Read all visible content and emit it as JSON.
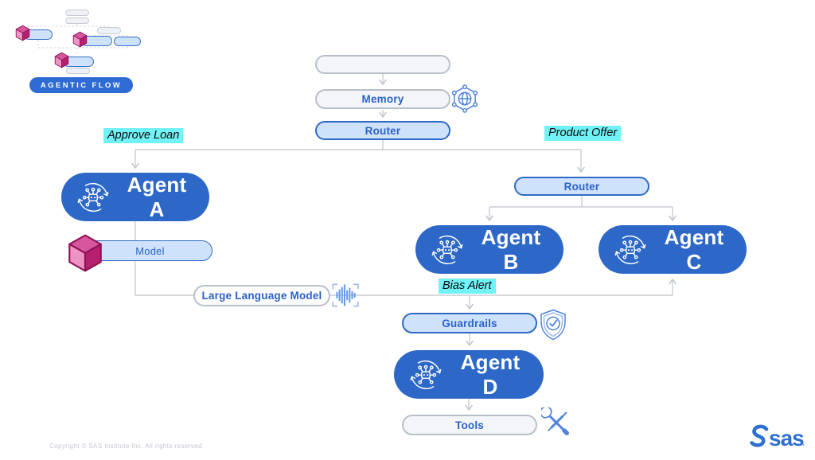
{
  "thumbnail": {
    "badge_label": "AGENTIC FLOW"
  },
  "nodes": {
    "start": {
      "label": ""
    },
    "memory": {
      "label": "Memory",
      "icon": "network-globe-icon"
    },
    "router_top": {
      "label": "Router"
    },
    "agent_a": {
      "label": "Agent A",
      "icon": "agent-cycle-icon"
    },
    "model": {
      "label": "Model",
      "icon": "model-cube-icon"
    },
    "router_right": {
      "label": "Router"
    },
    "agent_b": {
      "label": "Agent B",
      "icon": "agent-cycle-icon"
    },
    "agent_c": {
      "label": "Agent C",
      "icon": "agent-cycle-icon"
    },
    "llm": {
      "label": "Large Language Model",
      "icon": "voice-waveform-icon"
    },
    "guardrails": {
      "label": "Guardrails",
      "icon": "shield-check-icon"
    },
    "agent_d": {
      "label": "Agent D",
      "icon": "agent-cycle-icon"
    },
    "tools": {
      "label": "Tools",
      "icon": "wrench-tools-icon"
    }
  },
  "annotations": {
    "approve_loan": "Approve Loan",
    "product_offer": "Product Offer",
    "bias_alert": "Bias Alert"
  },
  "edges": [
    {
      "from": "start",
      "to": "memory"
    },
    {
      "from": "memory",
      "to": "router_top"
    },
    {
      "from": "router_top",
      "to": "agent_a",
      "label": "Approve Loan"
    },
    {
      "from": "router_top",
      "to": "router_right",
      "label": "Product Offer"
    },
    {
      "from": "router_right",
      "to": "agent_b"
    },
    {
      "from": "router_right",
      "to": "agent_c"
    },
    {
      "from": "agent_a",
      "to": "llm"
    },
    {
      "from": "llm",
      "to": "guardrails",
      "label": "Bias Alert"
    },
    {
      "from": "llm",
      "to": "agent_c"
    },
    {
      "from": "guardrails",
      "to": "agent_d"
    },
    {
      "from": "agent_d",
      "to": "tools"
    }
  ],
  "footer": {
    "copyright": "Copyright © SAS Institute Inc. All rights reserved.",
    "brand": "sas"
  },
  "colors": {
    "agent_fill": "#2d68c8",
    "pill_blue_fill": "#cfe2fb",
    "pill_blue_border": "#2f6ac6",
    "pill_gray_border": "#b9bfc9",
    "label_blue": "#2b62c9",
    "highlight_cyan": "#70f2f6",
    "wire_gray": "#c9cdd4",
    "cube_magenta": "#b5216f",
    "brand_blue": "#2e70d2"
  }
}
